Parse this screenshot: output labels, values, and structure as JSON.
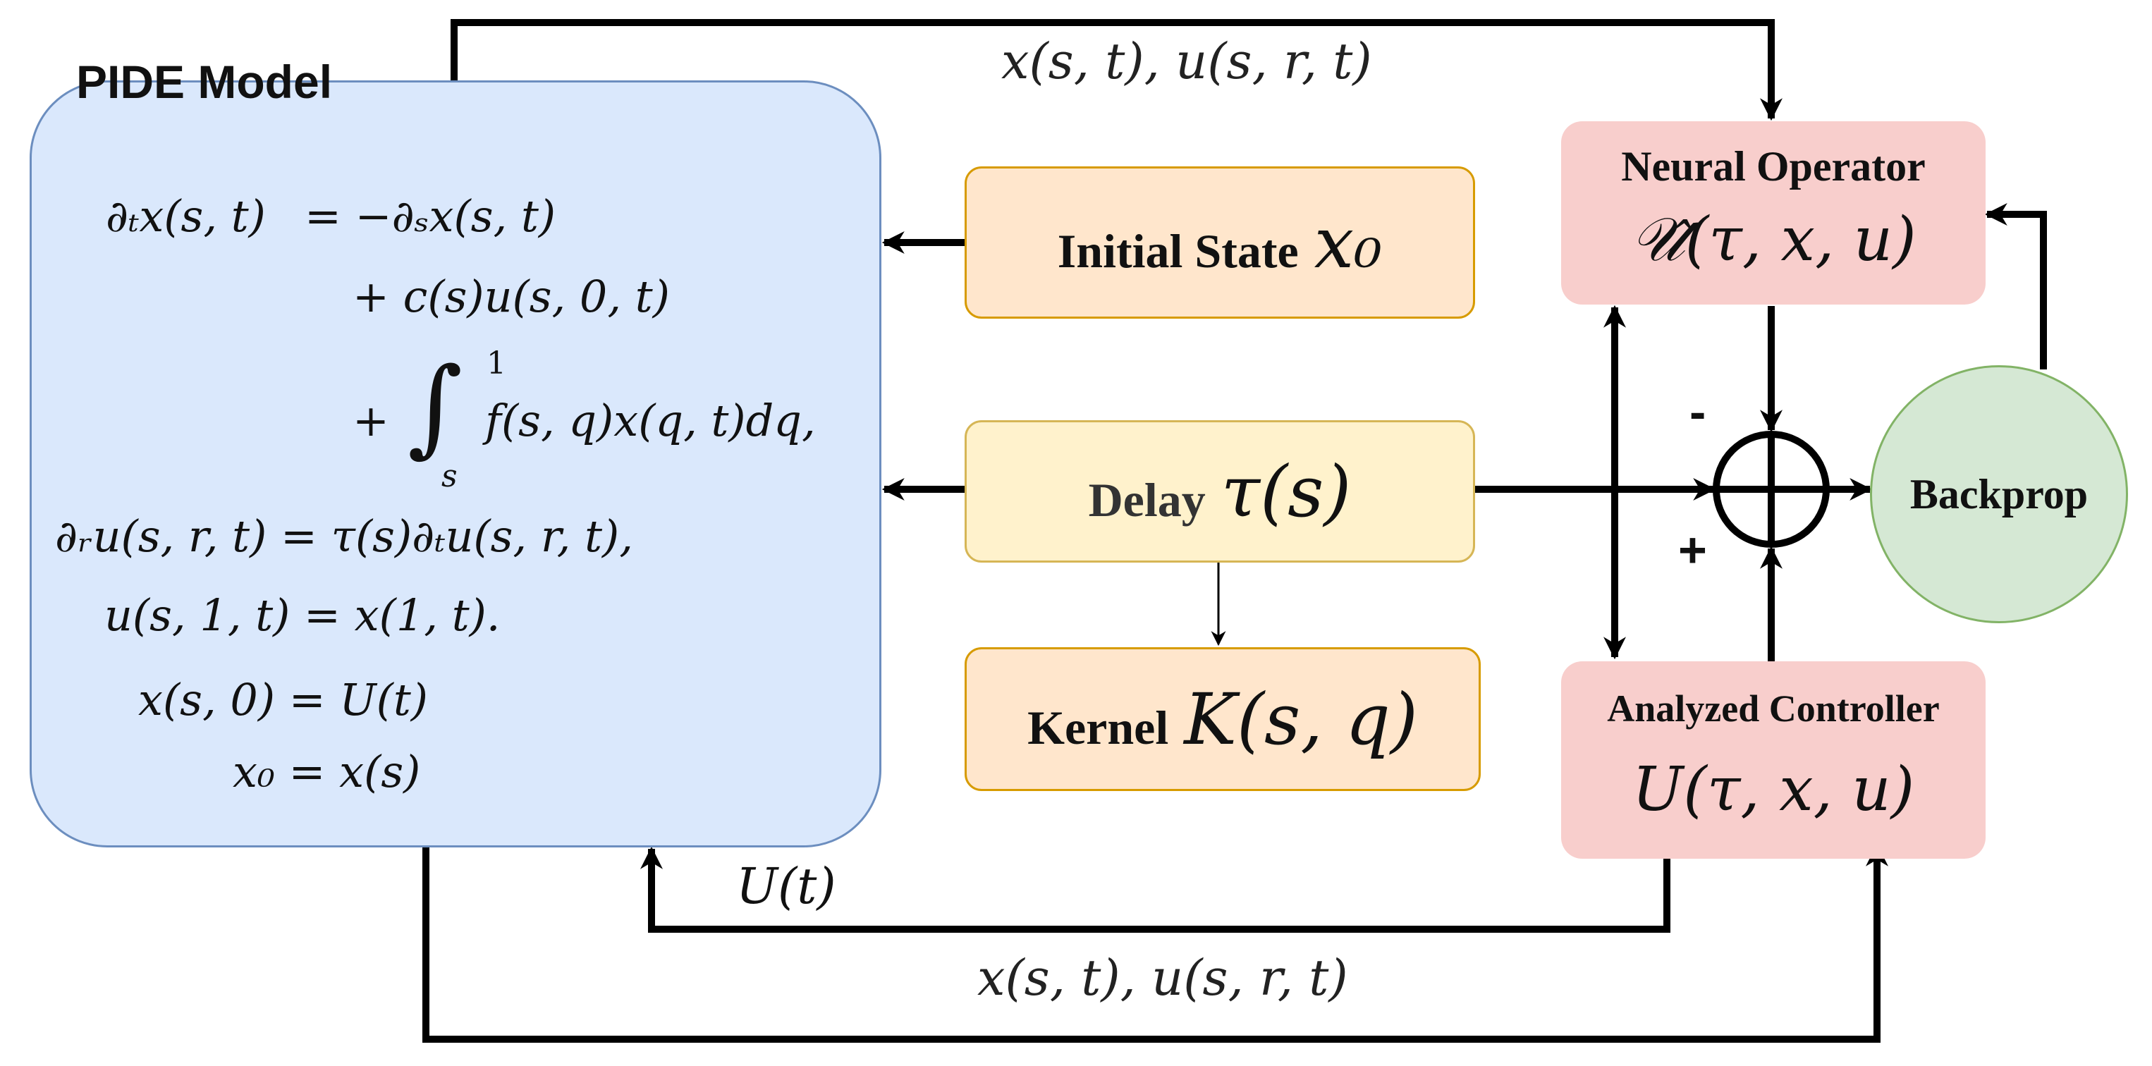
{
  "pide_model": {
    "title": "PIDE Model",
    "equations": {
      "eq1_lhs": "∂ₜx(s, t)",
      "eq1_rhs": "= −∂ₛx(s, t)",
      "eq2": "+ c(s)u(s, 0, t)",
      "eq3_plus": "+",
      "eq3_integral": "∫",
      "eq3_upper": "1",
      "eq3_lower": "s",
      "eq3_body": "f(s, q)x(q, t)dq,",
      "eq4": "∂ᵣu(s, r, t) = τ(s)∂ₜu(s, r, t),",
      "eq5": "u(s, 1, t) = x(1, t).",
      "eq6": "x(s, 0) = U(t)",
      "eq7": "x₀ = x(s)"
    }
  },
  "initial_state": {
    "label": "Initial State",
    "symbol": "x₀"
  },
  "delay": {
    "label": "Delay",
    "symbol": "τ(s)"
  },
  "kernel": {
    "label": "Kernel",
    "symbol": "K(s, q)"
  },
  "neural_operator": {
    "label": "Neural Operator",
    "symbol": "𝒰̂(τ, x, u)"
  },
  "analyzed_controller": {
    "label": "Analyzed Controller",
    "symbol": "U(τ, x, u)"
  },
  "backprop": {
    "label": "Backprop"
  },
  "sum_junction": {
    "minus": "-",
    "plus": "+"
  },
  "edge_labels": {
    "top": "x(s, t), u(s, r, t)",
    "bottom": "x(s, t), u(s, r, t)",
    "control": "U(t)"
  },
  "colors": {
    "pide_fill": "#dae8fc",
    "pide_stroke": "#6c8ebf",
    "orange_fill": "#ffe6cc",
    "orange_stroke": "#d79b00",
    "yellow_fill": "#fff2cc",
    "yellow_stroke": "#d6b656",
    "pink_fill": "#f8cecc",
    "green_fill": "#d5e8d4",
    "green_stroke": "#82b366"
  }
}
